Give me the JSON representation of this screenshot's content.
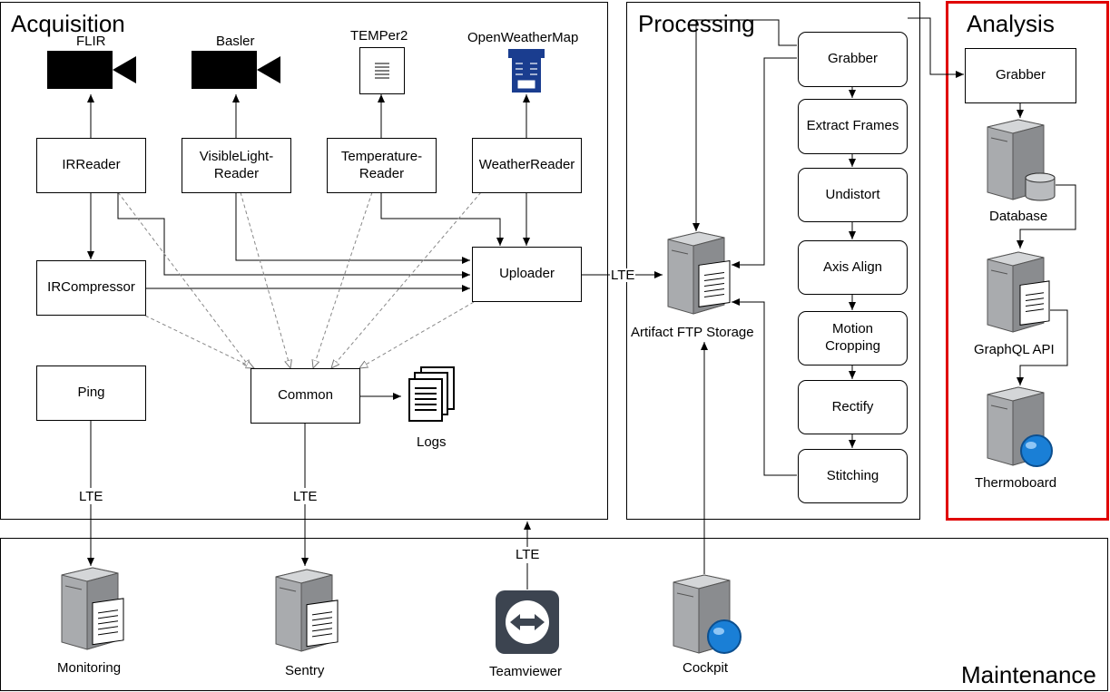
{
  "sections": {
    "acquisition": "Acquisition",
    "processing": "Processing",
    "analysis": "Analysis",
    "maintenance": "Maintenance"
  },
  "acquisition": {
    "devices": {
      "flir": "FLIR",
      "basler": "Basler",
      "temper": "TEMPer2",
      "openweathermap": "OpenWeatherMap"
    },
    "components": {
      "ir_reader": "IRReader",
      "visible_light_reader": "VisibleLight-\nReader",
      "temperature_reader": "Temperature-\nReader",
      "weather_reader": "WeatherReader",
      "ir_compressor": "IRCompressor",
      "uploader": "Uploader",
      "ping": "Ping",
      "common": "Common"
    },
    "logs": "Logs"
  },
  "storage": {
    "label": "Artifact FTP Storage",
    "link": "LTE"
  },
  "processing": {
    "steps": [
      "Grabber",
      "Extract Frames",
      "Undistort",
      "Axis Align",
      "Motion\nCropping",
      "Rectify",
      "Stitching"
    ]
  },
  "analysis": {
    "grabber": "Grabber",
    "database": "Database",
    "graphql": "GraphQL API",
    "thermoboard": "Thermoboard",
    "highlight_color": "#e00000"
  },
  "maintenance": {
    "monitoring": "Monitoring",
    "sentry": "Sentry",
    "teamviewer": "Teamviewer",
    "cockpit": "Cockpit"
  },
  "links": {
    "ping": "LTE",
    "common": "LTE",
    "teamviewer": "LTE"
  },
  "colors": {
    "weather_icon": "#1a3d8f",
    "globe": "#1a7fd6",
    "server_body": "#a9abae"
  }
}
